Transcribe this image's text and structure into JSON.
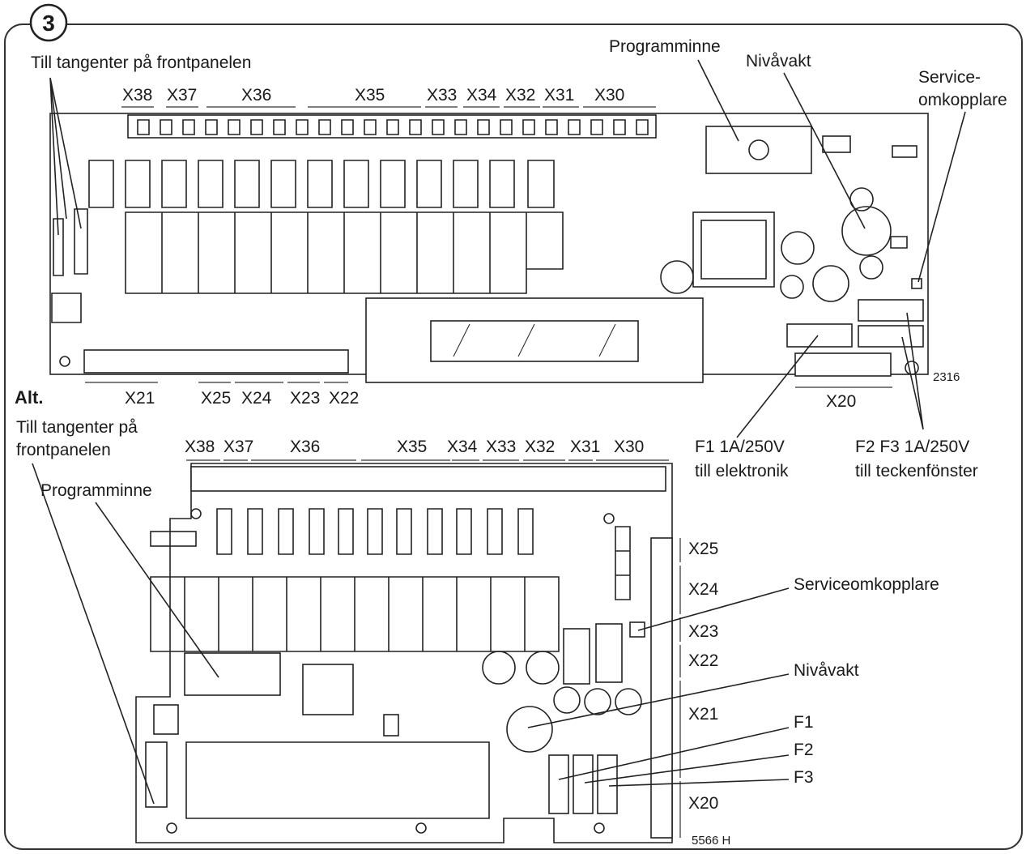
{
  "step_number": "3",
  "top_board": {
    "label_frontpanel": "Till tangenter på frontpanelen",
    "label_programminne": "Programminne",
    "label_nivavakt": "Nivåvakt",
    "label_service_line1": "Service-",
    "label_service_line2": "omkopplare",
    "connectors_top": [
      "X38",
      "X37",
      "X36",
      "X35",
      "X33",
      "X34",
      "X32",
      "X31",
      "X30"
    ],
    "connectors_bottom": [
      "X21",
      "X25",
      "X24",
      "X23",
      "X22"
    ],
    "connector_x20": "X20",
    "figure_code": "2316",
    "f1_line1": "F1  1A/250V",
    "f1_line2": "till elektronik",
    "f23_line1": "F2 F3  1A/250V",
    "f23_line2": "till teckenfönster"
  },
  "alt_board": {
    "alt_label": "Alt.",
    "label_frontpanel_line1": "Till tangenter på",
    "label_frontpanel_line2": "frontpanelen",
    "label_programminne": "Programminne",
    "connectors_top": [
      "X38",
      "X37",
      "X36",
      "X35",
      "X34",
      "X33",
      "X32",
      "X31",
      "X30"
    ],
    "connectors_right": [
      "X25",
      "X24",
      "X23",
      "X22",
      "X21",
      "X20"
    ],
    "label_service": "Serviceomkopplare",
    "label_nivavakt": "Nivåvakt",
    "fuse_labels": [
      "F1",
      "F2",
      "F3"
    ],
    "figure_code": "5566 H"
  }
}
